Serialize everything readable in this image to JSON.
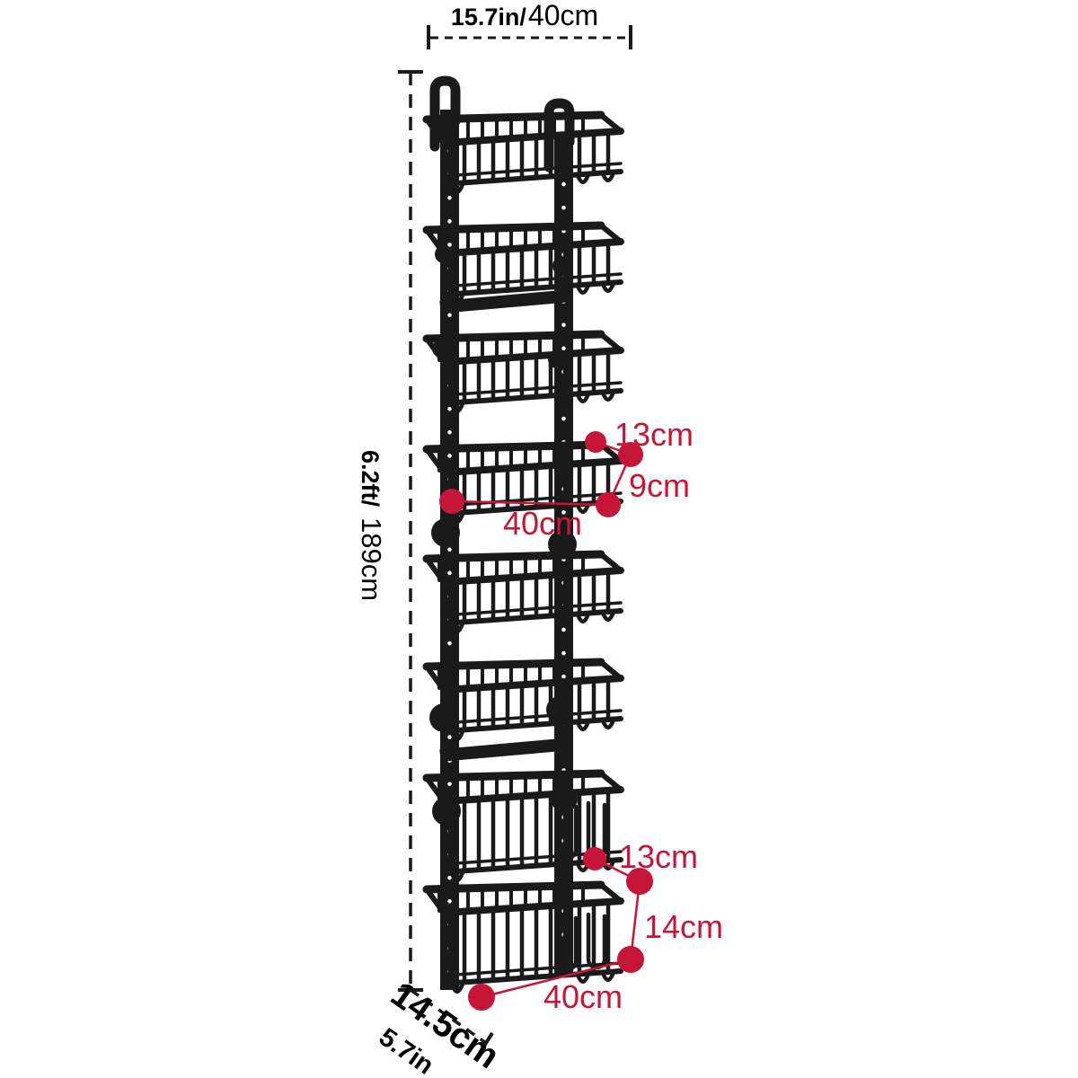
{
  "colors": {
    "ink": "#1a1a1a",
    "accent": "#c51638",
    "background": "#ffffff"
  },
  "product": {
    "description": "over-the-door 8-tier hanging wire basket organizer",
    "basket_count": 8,
    "hook_count": 2
  },
  "dimensions": {
    "overall_width": {
      "imperial": "15.7in/",
      "metric": "40cm"
    },
    "overall_height": {
      "imperial": "6.2ft/",
      "metric": "189cm"
    },
    "overall_depth": {
      "metric": "14.5cm",
      "imperial": "5.7in"
    },
    "small_basket": {
      "depth": "13cm",
      "height": "9cm",
      "width": "40cm"
    },
    "large_basket": {
      "depth": "13cm",
      "height": "14cm",
      "width": "40cm"
    }
  }
}
